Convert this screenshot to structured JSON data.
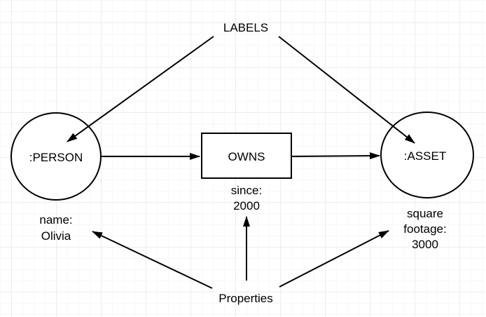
{
  "diagram": {
    "title": "LABELS",
    "properties_title": "Properties",
    "nodes": {
      "person": {
        "label": ":PERSON"
      },
      "asset": {
        "label": ":ASSET"
      }
    },
    "relationship": {
      "label": "OWNS"
    },
    "properties": {
      "person_name": {
        "line1": "name:",
        "line2": "Olivia"
      },
      "owns_since": {
        "line1": "since:",
        "line2": "2000"
      },
      "asset_sqft": {
        "line1": "square",
        "line2": "footage:",
        "line3": "3000"
      }
    },
    "colors": {
      "stroke": "#000000",
      "background": "#ffffff",
      "grid_minor": "#f7f7f7",
      "grid_major": "#ececec"
    }
  }
}
